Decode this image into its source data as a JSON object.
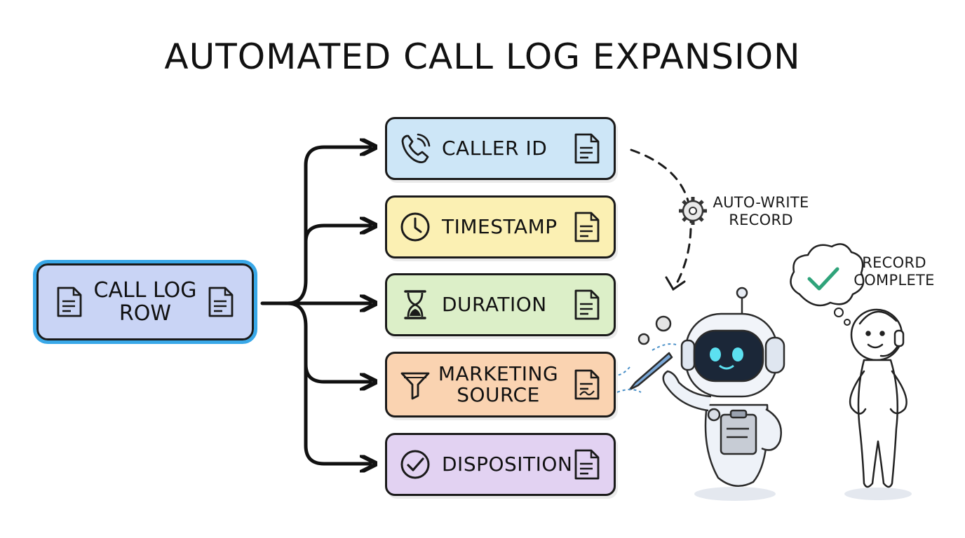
{
  "title": "AUTOMATED CALL LOG EXPANSION",
  "source": {
    "label_line1": "CALL LOG",
    "label_line2": "ROW",
    "icon": "document-icon",
    "color": "#c9d4f5",
    "highlight": "#39a8e8"
  },
  "fields": [
    {
      "label": "CALLER ID",
      "icon": "phone-icon",
      "color": "#cde6f7"
    },
    {
      "label": "TIMESTAMP",
      "icon": "clock-icon",
      "color": "#fbf0b3"
    },
    {
      "label": "DURATION",
      "icon": "hourglass-icon",
      "color": "#dcefc8"
    },
    {
      "label_line1": "MARKETING",
      "label_line2": "SOURCE",
      "icon": "funnel-icon",
      "color": "#fad3b1"
    },
    {
      "label": "DISPOSITION",
      "icon": "check-circle-icon",
      "color": "#e2d2f2"
    }
  ],
  "auto_write": {
    "line1": "AUTO-WRITE",
    "line2": "RECORD",
    "icon": "gear-icon"
  },
  "record_complete": {
    "line1": "RECORD",
    "line2": "COMPLETE",
    "icon": "check-icon"
  },
  "characters": {
    "robot": "robot-writer-icon",
    "person": "agent-with-headset-icon"
  }
}
